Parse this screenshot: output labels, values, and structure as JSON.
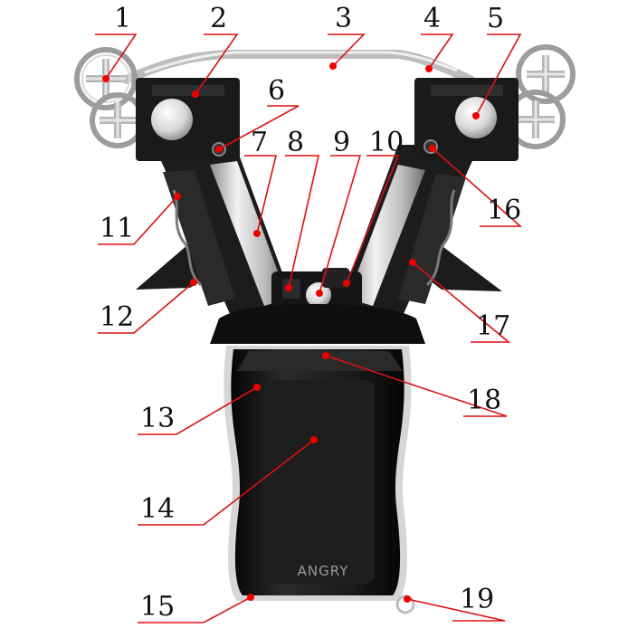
{
  "brand_text": "ANGRY",
  "colors": {
    "leader": "#dd1111",
    "body": "#151515",
    "metal": "#cfcfcf"
  },
  "callouts": [
    {
      "label": "1"
    },
    {
      "label": "2"
    },
    {
      "label": "3"
    },
    {
      "label": "4"
    },
    {
      "label": "5"
    },
    {
      "label": "6"
    },
    {
      "label": "7"
    },
    {
      "label": "8"
    },
    {
      "label": "9"
    },
    {
      "label": "10"
    },
    {
      "label": "11"
    },
    {
      "label": "12"
    },
    {
      "label": "13"
    },
    {
      "label": "14"
    },
    {
      "label": "15"
    },
    {
      "label": "16"
    },
    {
      "label": "17"
    },
    {
      "label": "18"
    },
    {
      "label": "19"
    }
  ]
}
